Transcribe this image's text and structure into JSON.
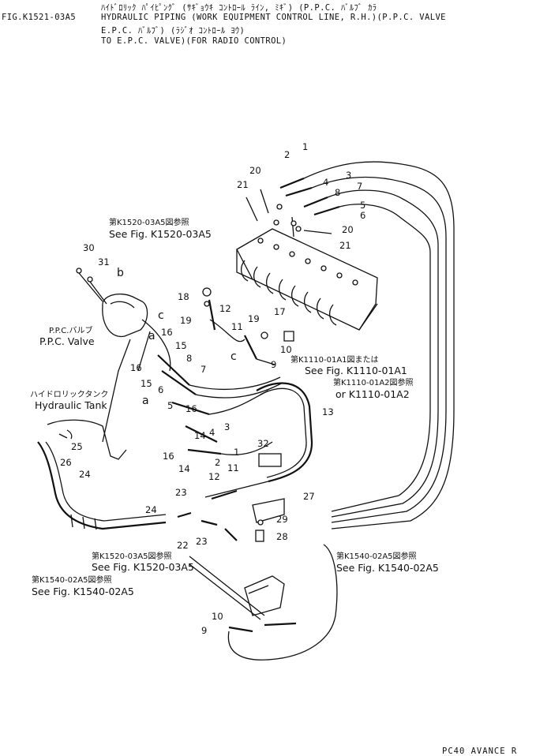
{
  "header": {
    "fig_id": "FIG.K1521-03A5",
    "title_jp_line1": "ﾊｲﾄﾞﾛﾘｯｸ ﾊﾟｲﾋﾟﾝｸﾞ (ｻｷﾞｮｳｷ ｺﾝﾄﾛｰﾙ ﾗｲﾝ, ﾐｷﾞ) (P.P.C. ﾊﾞﾙﾌﾞ ｶﾗ",
    "title_en_line1": "HYDRAULIC PIPING (WORK EQUIPMENT CONTROL LINE, R.H.)(P.P.C. VALVE",
    "title_jp_line2": "E.P.C. ﾊﾞﾙﾌﾞ) (ﾗｼﾞｵ ｺﾝﾄﾛｰﾙ ﾖｳ)",
    "title_en_line2": "TO E.P.C. VALVE)(FOR RADIO CONTROL)"
  },
  "references": [
    {
      "jp": "第K1520-03A5図参照",
      "en": "See Fig. K1520-03A5"
    },
    {
      "jp": "第K1110-01A1図または",
      "en": "See Fig. K1110-01A1"
    },
    {
      "jp": "第K1110-01A2図参照",
      "en": "or K1110-01A2"
    },
    {
      "jp": "第K1520-03A5図参照",
      "en": "See Fig. K1520-03A5"
    },
    {
      "jp": "第K1540-02A5図参照",
      "en": "See Fig. K1540-02A5"
    },
    {
      "jp": "第K1540-02A5図参照",
      "en": "See Fig. K1540-02A5"
    }
  ],
  "components": {
    "ppc_valve_jp": "P.P.C.バルブ",
    "ppc_valve_en": "P.P.C. Valve",
    "tank_jp": "ハイドロリックタンク",
    "tank_en": "Hydraulic Tank"
  },
  "letters": {
    "a": "a",
    "b": "b",
    "c": "c"
  },
  "part_numbers": [
    "1",
    "2",
    "3",
    "4",
    "5",
    "6",
    "7",
    "8",
    "9",
    "10",
    "11",
    "12",
    "13",
    "14",
    "15",
    "16",
    "17",
    "18",
    "19",
    "20",
    "21",
    "22",
    "23",
    "24",
    "25",
    "26",
    "27",
    "28",
    "29",
    "30",
    "31",
    "32"
  ],
  "footer": "PC40 AVANCE R"
}
